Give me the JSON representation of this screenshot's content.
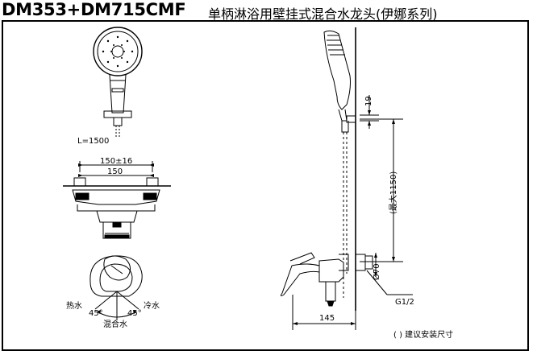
{
  "header": {
    "model_code": "DM353+DM715CMF",
    "product_name": "单柄淋浴用壁挂式混合水龙头(伊娜系列)"
  },
  "front_view": {
    "hose_length": "L=1500",
    "center_distance_range": "150±16",
    "center_distance": "150"
  },
  "handle_view": {
    "hot_label": "热水",
    "cold_label": "冷水",
    "mixed_label": "混合水",
    "angle_left": "45°",
    "angle_right": "45°"
  },
  "side_view": {
    "dim_19": "19",
    "dim_max_height": "(最大1150)",
    "dim_70": "Ø70",
    "thread": "G1/2",
    "dim_145": "145"
  },
  "footnote": "( ) 建议安装尺寸",
  "colors": {
    "line": "#000000",
    "background": "#ffffff"
  }
}
